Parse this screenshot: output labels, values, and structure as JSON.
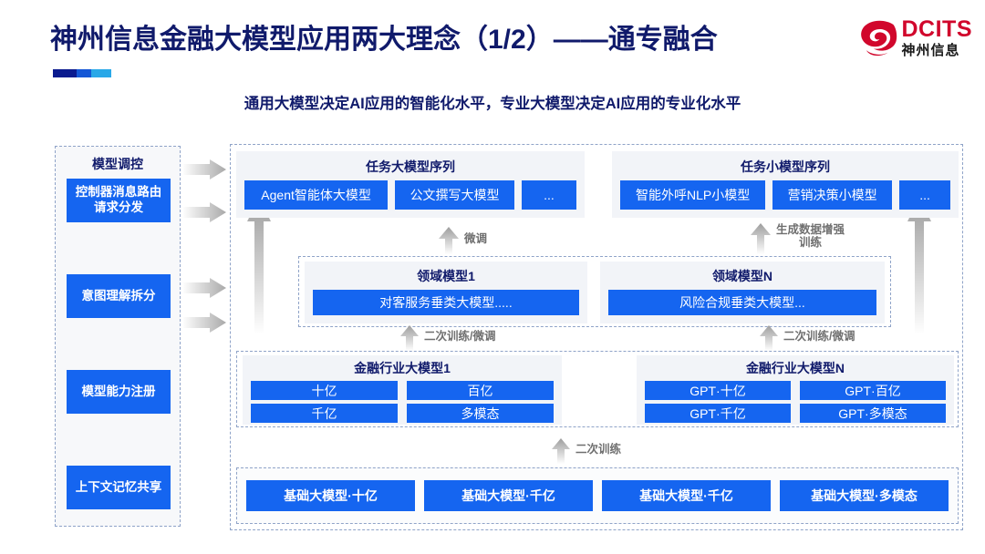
{
  "header": {
    "title": "神州信息金融大模型应用两大理念（1/2）——通专融合",
    "subtitle": "通用大模型决定AI应用的智能化水平，专业大模型决定AI应用的专业化水平",
    "logo_en": "DCITS",
    "logo_cn": "神州信息",
    "brand_red": "#d1072c",
    "brand_navy": "#101a6b",
    "accent_blue": "#1565f0"
  },
  "sidebar": {
    "title": "模型调控",
    "items": [
      {
        "label": "控制器消息路由请求分发"
      },
      {
        "label": "意图理解拆分"
      },
      {
        "label": "模型能力注册"
      },
      {
        "label": "上下文记忆共享"
      }
    ]
  },
  "task_big": {
    "title": "任务大模型序列",
    "chips": [
      {
        "label": "Agent智能体大模型"
      },
      {
        "label": "公文撰写大模型"
      },
      {
        "label": "..."
      }
    ]
  },
  "task_small": {
    "title": "任务小模型序列",
    "chips": [
      {
        "label": "智能外呼NLP小模型"
      },
      {
        "label": "营销决策小模型"
      },
      {
        "label": "..."
      }
    ]
  },
  "domain_models": [
    {
      "title": "领域模型1",
      "chip": "对客服务垂类大模型....."
    },
    {
      "title": "领域模型N",
      "chip": "风险合规垂类大模型..."
    }
  ],
  "finance_models": [
    {
      "title": "金融行业大模型1",
      "cells": [
        "十亿",
        "百亿",
        "千亿",
        "多模态"
      ]
    },
    {
      "title": "金融行业大模型N",
      "cells": [
        "GPT·十亿",
        "GPT·百亿",
        "GPT·千亿",
        "GPT·多模态"
      ]
    }
  ],
  "base_models": [
    {
      "label": "基础大模型·十亿"
    },
    {
      "label": "基础大模型·千亿"
    },
    {
      "label": "基础大模型·千亿"
    },
    {
      "label": "基础大模型·多模态"
    }
  ],
  "arrow_labels": {
    "fine_tune": "微调",
    "data_aug_line1": "生成数据增强",
    "data_aug_line2": "训练",
    "retrain_tune_left": "二次训练/微调",
    "retrain_tune_right": "二次训练/微调",
    "retrain": "二次训练"
  }
}
